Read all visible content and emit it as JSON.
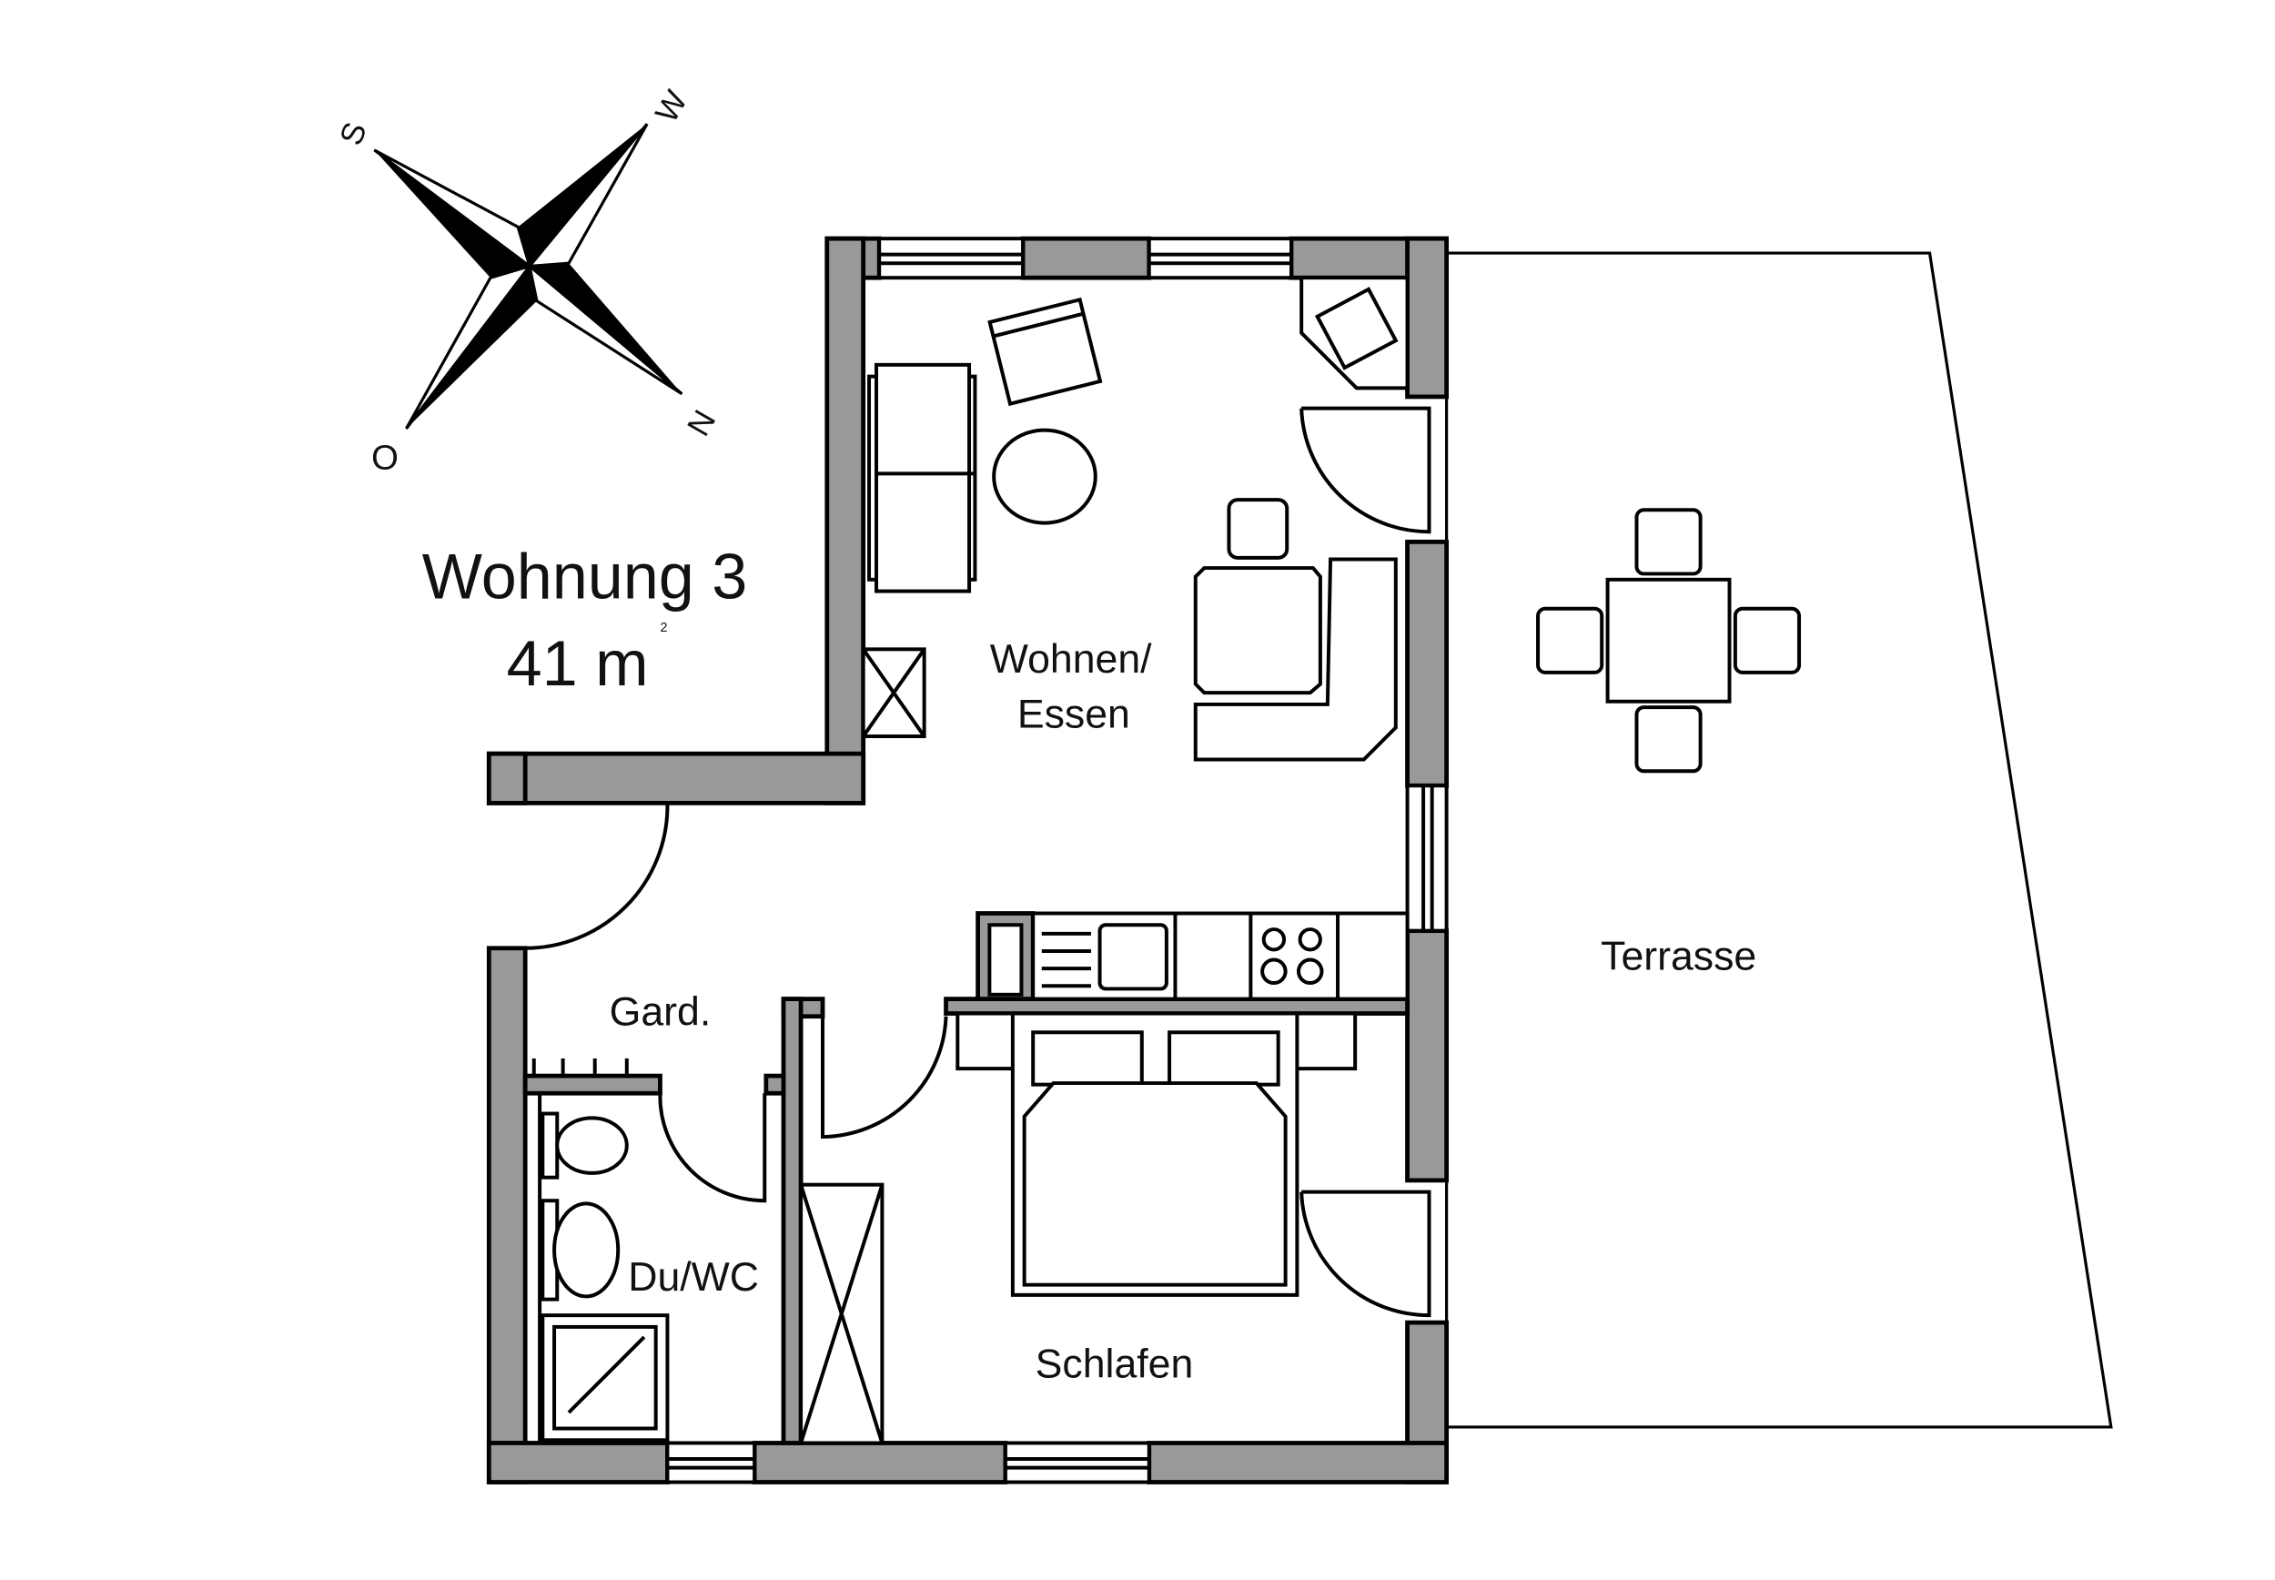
{
  "title": "Wohnung 3",
  "area_value": "41 m",
  "area_unit_sup": "2",
  "compass": {
    "north": "N",
    "south": "S",
    "east": "O",
    "west": "W"
  },
  "rooms": {
    "living": "Wohnen/",
    "living_line2": "Essen",
    "wardrobe": "Gard.",
    "bath": "Du/WC",
    "bedroom": "Schlafen",
    "terrace": "Terrasse"
  },
  "colors": {
    "wall": "#999999",
    "line": "#000000"
  }
}
